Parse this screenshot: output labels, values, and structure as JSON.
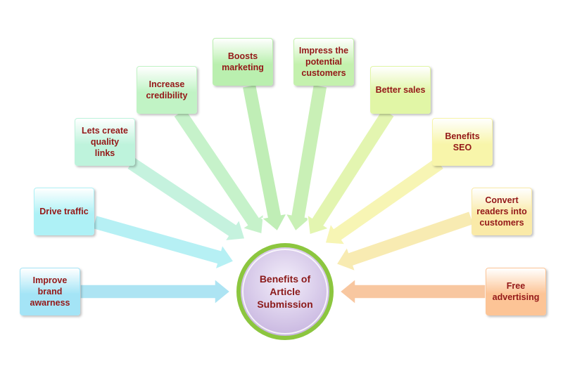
{
  "center": {
    "label": "Benefits of\nArticle\nSubmission"
  },
  "benefits": [
    {
      "id": "improve-brand-awareness",
      "label": "Improve\nbrand\nawarness",
      "color": "#a9e3f3"
    },
    {
      "id": "drive-traffic",
      "label": "Drive traffic",
      "color": "#b3f0f4"
    },
    {
      "id": "lets-create-quality-links",
      "label": "Lets create\nquality links",
      "color": "#c2f2dd"
    },
    {
      "id": "increase-credibility",
      "label": "Increase\ncredibility",
      "color": "#c4f2c8"
    },
    {
      "id": "boosts-marketing",
      "label": "Boosts\nmarketing",
      "color": "#bdeeb3"
    },
    {
      "id": "impress-the-potential-customers",
      "label": "Impress the\npotential\ncustomers",
      "color": "#c7f0b3"
    },
    {
      "id": "better-sales",
      "label": "Better sales",
      "color": "#e2f5ac"
    },
    {
      "id": "benefits-seo",
      "label": "Benefits SEO",
      "color": "#f7f5b0"
    },
    {
      "id": "convert-readers-into-customers",
      "label": "Convert\nreaders into\ncustomers",
      "color": "#f8eaae"
    },
    {
      "id": "free-advertising",
      "label": "Free\nadvertising",
      "color": "#f8c59b"
    }
  ],
  "colors": {
    "center_fill": "#d4c4e6",
    "center_ring": "#8cc63f",
    "label_text": "#8b1a1a"
  }
}
